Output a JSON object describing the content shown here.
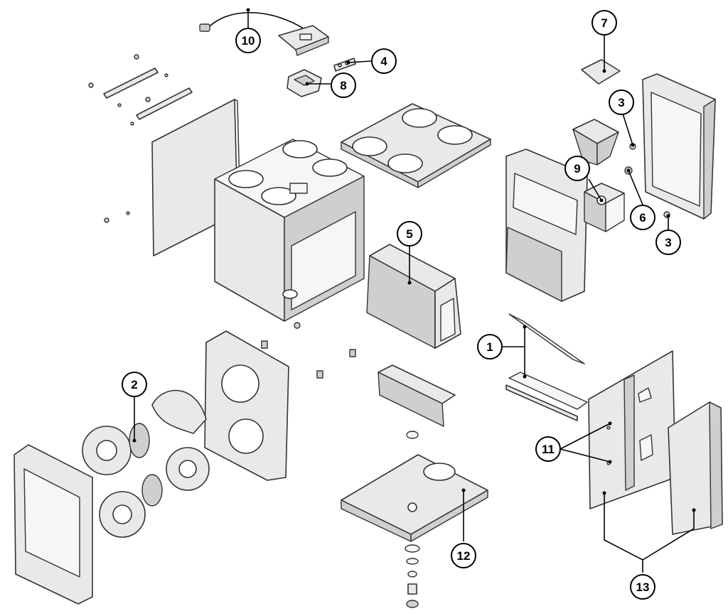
{
  "callouts": [
    {
      "id": "callout-1",
      "label": "1"
    },
    {
      "id": "callout-2",
      "label": "2"
    },
    {
      "id": "callout-3a",
      "label": "3"
    },
    {
      "id": "callout-3b",
      "label": "3"
    },
    {
      "id": "callout-4",
      "label": "4"
    },
    {
      "id": "callout-5",
      "label": "5"
    },
    {
      "id": "callout-6",
      "label": "6"
    },
    {
      "id": "callout-7",
      "label": "7"
    },
    {
      "id": "callout-8",
      "label": "8"
    },
    {
      "id": "callout-9",
      "label": "9"
    },
    {
      "id": "callout-10",
      "label": "10"
    },
    {
      "id": "callout-11",
      "label": "11"
    },
    {
      "id": "callout-12",
      "label": "12"
    },
    {
      "id": "callout-13",
      "label": "13"
    }
  ]
}
